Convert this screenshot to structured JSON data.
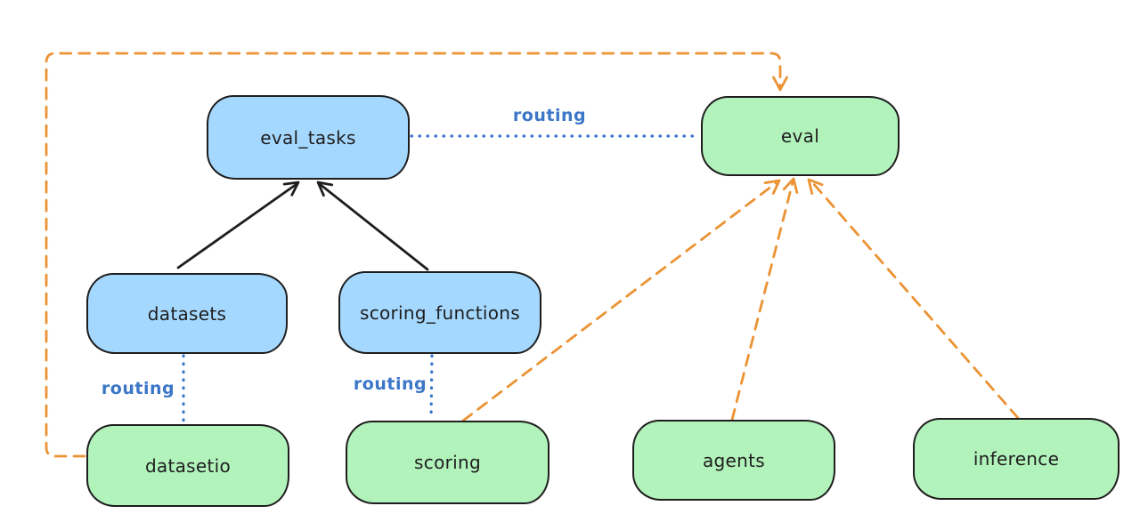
{
  "diagram": {
    "title": "",
    "colors": {
      "node_fill_blue": "#a5d8ff",
      "node_fill_green": "#b2f2bb",
      "node_stroke": "#1e1e1e",
      "routing_line_blue": "#3b76c7",
      "provider_line_orange": "#eb9334",
      "background": "#ffffff"
    },
    "nodes": {
      "eval_tasks": {
        "label": "eval_tasks",
        "color": "blue"
      },
      "eval": {
        "label": "eval",
        "color": "green"
      },
      "datasets": {
        "label": "datasets",
        "color": "blue"
      },
      "scoring_functions": {
        "label": "scoring_functions",
        "color": "blue"
      },
      "datasetio": {
        "label": "datasetio",
        "color": "green"
      },
      "scoring": {
        "label": "scoring",
        "color": "green"
      },
      "agents": {
        "label": "agents",
        "color": "green"
      },
      "inference": {
        "label": "inference",
        "color": "green"
      }
    },
    "labels": {
      "routing_eval_tasks_to_eval": "routing",
      "routing_datasets_to_datasetio": "routing",
      "routing_scoring_functions_to_scoring": "routing"
    },
    "edges": [
      {
        "from": "datasets",
        "to": "eval_tasks",
        "style": "solid",
        "color": "#1e1e1e",
        "arrow": true,
        "label": ""
      },
      {
        "from": "scoring_functions",
        "to": "eval_tasks",
        "style": "solid",
        "color": "#1e1e1e",
        "arrow": true,
        "label": ""
      },
      {
        "from": "eval_tasks",
        "to": "eval",
        "style": "dotted",
        "color": "#3b76c7",
        "arrow": false,
        "label": "routing"
      },
      {
        "from": "datasets",
        "to": "datasetio",
        "style": "dotted",
        "color": "#3b76c7",
        "arrow": false,
        "label": "routing"
      },
      {
        "from": "scoring_functions",
        "to": "scoring",
        "style": "dotted",
        "color": "#3b76c7",
        "arrow": false,
        "label": "routing"
      },
      {
        "from": "datasetio",
        "to": "eval",
        "style": "dashed",
        "color": "#eb9334",
        "arrow": true,
        "label": ""
      },
      {
        "from": "scoring",
        "to": "eval",
        "style": "dashed",
        "color": "#eb9334",
        "arrow": true,
        "label": ""
      },
      {
        "from": "agents",
        "to": "eval",
        "style": "dashed",
        "color": "#eb9334",
        "arrow": true,
        "label": ""
      },
      {
        "from": "inference",
        "to": "eval",
        "style": "dashed",
        "color": "#eb9334",
        "arrow": true,
        "label": ""
      }
    ]
  }
}
